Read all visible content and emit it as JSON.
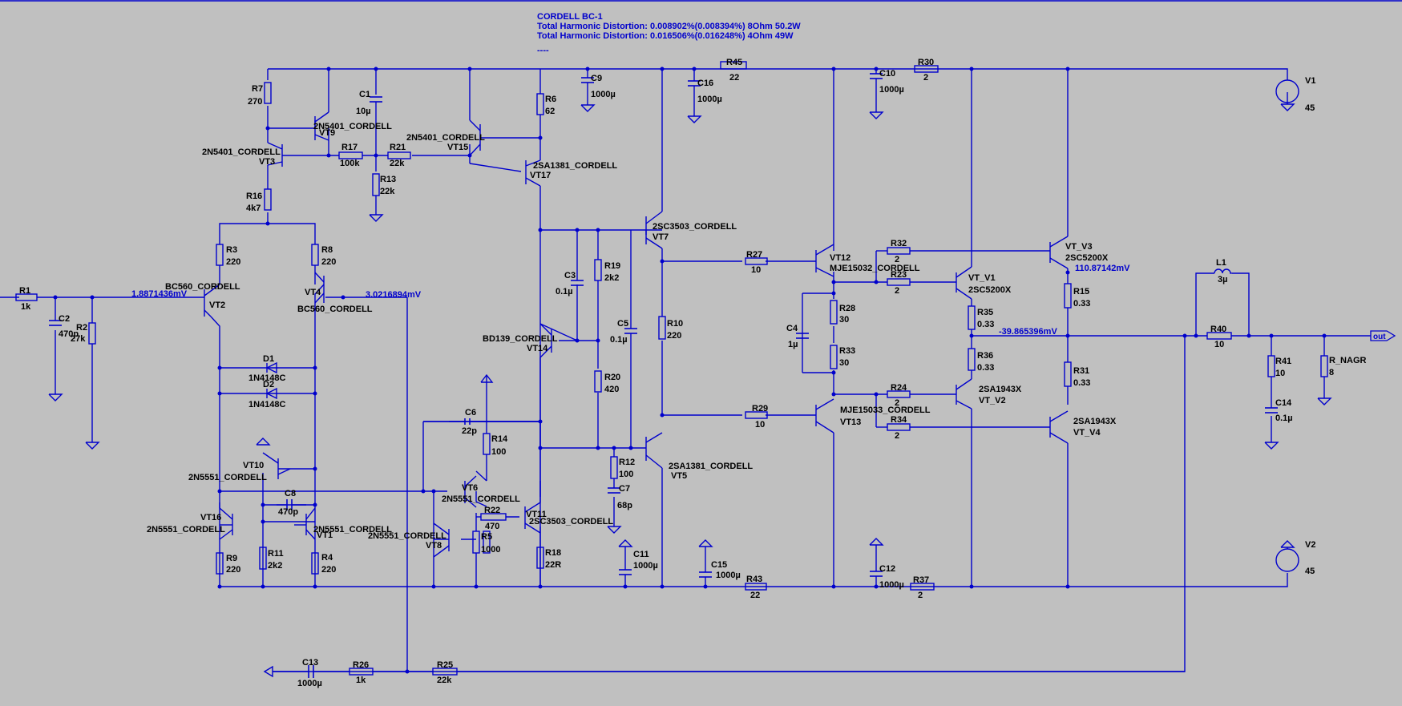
{
  "header": {
    "title": "CORDELL BC-1",
    "thd_8": "Total Harmonic Distortion: 0.008902%(0.008394%)  8Ohm 50.2W",
    "thd_4": "Total Harmonic Distortion: 0.016506%(0.016248%)  4Ohm 49W",
    "dashes": "----"
  },
  "node_voltages": {
    "vt2_base": "1.8871436mV",
    "vt4_base": "3.0216894mV",
    "vt_v3": "110.87142mV",
    "mid": "-39.865396mV"
  },
  "output_label": "out",
  "icons": [
    "ground-icon",
    "voltage-source-icon",
    "resistor-icon",
    "capacitor-icon",
    "inductor-icon",
    "diode-icon",
    "transistor-icon"
  ],
  "colors": {
    "wire": "#0000cc",
    "background": "#c0c0c0",
    "label": "#000000"
  },
  "resistors": [
    {
      "name": "R1",
      "value": "1k"
    },
    {
      "name": "R2",
      "value": "27k"
    },
    {
      "name": "R3",
      "value": "220"
    },
    {
      "name": "R4",
      "value": "220"
    },
    {
      "name": "R5",
      "value": "1000"
    },
    {
      "name": "R6",
      "value": "62"
    },
    {
      "name": "R7",
      "value": "270"
    },
    {
      "name": "R8",
      "value": "220"
    },
    {
      "name": "R9",
      "value": "220"
    },
    {
      "name": "R10",
      "value": "220"
    },
    {
      "name": "R11",
      "value": "2k2"
    },
    {
      "name": "R12",
      "value": "100"
    },
    {
      "name": "R13",
      "value": "22k"
    },
    {
      "name": "R14",
      "value": "100"
    },
    {
      "name": "R15",
      "value": "0.33"
    },
    {
      "name": "R16",
      "value": "4k7"
    },
    {
      "name": "R17",
      "value": "100k"
    },
    {
      "name": "R18",
      "value": "22R"
    },
    {
      "name": "R19",
      "value": "2k2"
    },
    {
      "name": "R20",
      "value": "420"
    },
    {
      "name": "R21",
      "value": "22k"
    },
    {
      "name": "R22",
      "value": "470"
    },
    {
      "name": "R23",
      "value": "2"
    },
    {
      "name": "R24",
      "value": "2"
    },
    {
      "name": "R25",
      "value": "22k"
    },
    {
      "name": "R26",
      "value": "1k"
    },
    {
      "name": "R27",
      "value": "10"
    },
    {
      "name": "R28",
      "value": "30"
    },
    {
      "name": "R29",
      "value": "10"
    },
    {
      "name": "R30",
      "value": "2"
    },
    {
      "name": "R31",
      "value": "0.33"
    },
    {
      "name": "R32",
      "value": "2"
    },
    {
      "name": "R33",
      "value": "30"
    },
    {
      "name": "R34",
      "value": "2"
    },
    {
      "name": "R35",
      "value": "0.33"
    },
    {
      "name": "R36",
      "value": "0.33"
    },
    {
      "name": "R37",
      "value": "2"
    },
    {
      "name": "R40",
      "value": "10"
    },
    {
      "name": "R41",
      "value": "10"
    },
    {
      "name": "R43",
      "value": "22"
    },
    {
      "name": "R45",
      "value": "22"
    },
    {
      "name": "R_NAGR",
      "value": "8"
    }
  ],
  "capacitors": [
    {
      "name": "C1",
      "value": "10µ"
    },
    {
      "name": "C2",
      "value": "470p"
    },
    {
      "name": "C3",
      "value": "0.1µ"
    },
    {
      "name": "C4",
      "value": "1µ"
    },
    {
      "name": "C5",
      "value": "0.1µ"
    },
    {
      "name": "C6",
      "value": "22p"
    },
    {
      "name": "C7",
      "value": "68p"
    },
    {
      "name": "C8",
      "value": "470p"
    },
    {
      "name": "C9",
      "value": "1000µ"
    },
    {
      "name": "C10",
      "value": "1000µ"
    },
    {
      "name": "C11",
      "value": "1000µ"
    },
    {
      "name": "C12",
      "value": "1000µ"
    },
    {
      "name": "C13",
      "value": "1000µ"
    },
    {
      "name": "C14",
      "value": "0.1µ"
    },
    {
      "name": "C15",
      "value": "1000µ"
    },
    {
      "name": "C16",
      "value": "1000µ"
    }
  ],
  "inductors": [
    {
      "name": "L1",
      "value": "3µ"
    }
  ],
  "diodes": [
    {
      "name": "D1",
      "model": "1N4148C"
    },
    {
      "name": "D2",
      "model": "1N4148C"
    }
  ],
  "sources": [
    {
      "name": "V1",
      "value": "45"
    },
    {
      "name": "V2",
      "value": "45"
    }
  ],
  "transistors": [
    {
      "name": "VT1",
      "model": "2N5551_CORDELL"
    },
    {
      "name": "VT2",
      "model": "BC560_CORDELL"
    },
    {
      "name": "VT3",
      "model": "2N5401_CORDELL"
    },
    {
      "name": "VT4",
      "model": "BC560_CORDELL"
    },
    {
      "name": "VT5",
      "model": "2SA1381_CORDELL"
    },
    {
      "name": "VT6",
      "model": "2N5551_CORDELL"
    },
    {
      "name": "VT7",
      "model": "2SC3503_CORDELL"
    },
    {
      "name": "VT8",
      "model": "2N5551_CORDELL"
    },
    {
      "name": "VT9",
      "model": "2N5401_CORDELL"
    },
    {
      "name": "VT10",
      "model": "2N5551_CORDELL"
    },
    {
      "name": "VT11",
      "model": "2SC3503_CORDELL"
    },
    {
      "name": "VT12",
      "model": "MJE15032_CORDELL"
    },
    {
      "name": "VT13",
      "model": "MJE15033_CORDELL"
    },
    {
      "name": "VT14",
      "model": "BD139_CORDELL"
    },
    {
      "name": "VT15",
      "model": "2N5401_CORDELL"
    },
    {
      "name": "VT16",
      "model": "2N5551_CORDELL"
    },
    {
      "name": "VT17",
      "model": "2SA1381_CORDELL"
    },
    {
      "name": "VT_V1",
      "model": "2SC5200X"
    },
    {
      "name": "VT_V2",
      "model": "2SA1943X"
    },
    {
      "name": "VT_V3",
      "model": "2SC5200X"
    },
    {
      "name": "VT_V4",
      "model": "2SA1943X"
    }
  ]
}
